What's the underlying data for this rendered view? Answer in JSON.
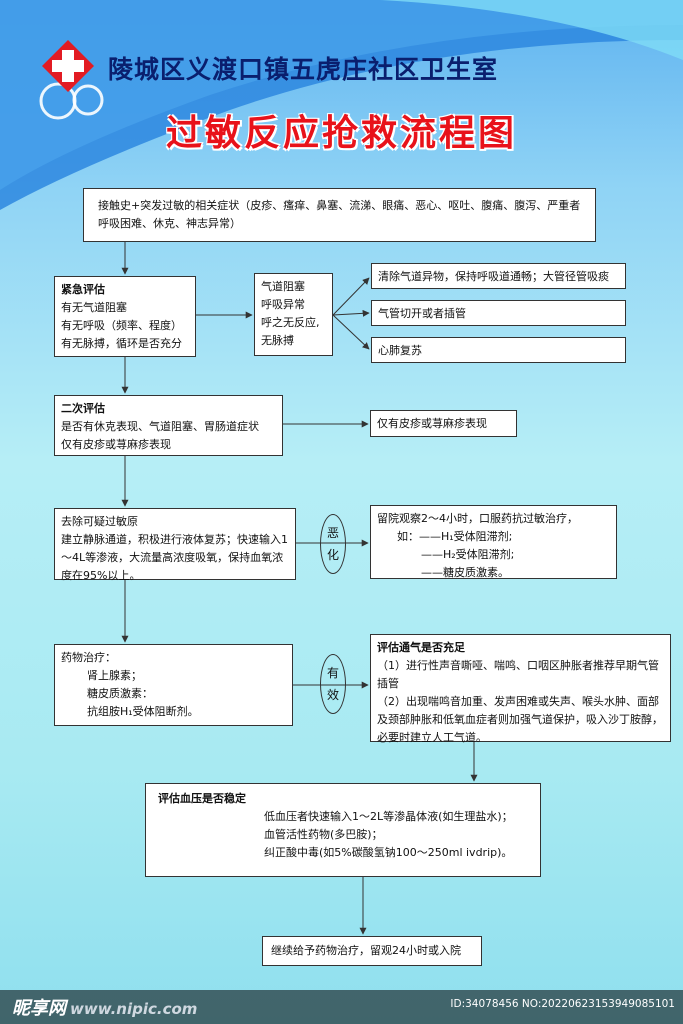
{
  "header": {
    "clinic_name": "陵城区义渡口镇五虎庄社区卫生室",
    "chart_title": "过敏反应抢救流程图"
  },
  "colors": {
    "title_red": "#e8121a",
    "header_navy": "#0a1f6e",
    "cross_red": "#e21b23"
  },
  "flow": {
    "step1": {
      "text": "接触史+突发过敏的相关症状（皮疹、瘙痒、鼻塞、流涕、眼痛、恶心、呕吐、腹痛、腹泻、严重者呼吸困难、休克、神志异常）"
    },
    "emergency": {
      "title": "紧急评估",
      "lines": [
        "有无气道阻塞",
        "有无呼吸（频率、程度）",
        "有无脉搏，循环是否充分"
      ]
    },
    "airway": {
      "lines": [
        "气道阻塞",
        "呼吸异常",
        "呼之无反应,",
        "无脉搏"
      ]
    },
    "actions": [
      "清除气道异物，保持呼吸道通畅；大管径管吸痰",
      "气管切开或者插管",
      "心肺复苏"
    ],
    "secondary": {
      "title": "二次评估",
      "lines": [
        "是否有休克表现、气道阻塞、胃肠道症状",
        "仅有皮疹或荨麻疹表现"
      ]
    },
    "skin_only": {
      "text": "仅有皮疹或荨麻疹表现"
    },
    "remove": {
      "lines": [
        "去除可疑过敏原",
        "建立静脉通道，积极进行液体复苏；快速输入1～4L等渗液，大流量高浓度吸氧，保持血氧浓度在95%以上。"
      ]
    },
    "worsen": {
      "chars": [
        "恶",
        "化"
      ]
    },
    "observe": {
      "lines": [
        "留院观察2～4小时，口服药抗过敏治疗，",
        "如：——H₁受体阻滞剂;",
        "——H₂受体阻滞剂;",
        "——糖皮质激素。"
      ]
    },
    "drugs": {
      "title": "药物治疗：",
      "lines": [
        "肾上腺素；",
        "糖皮质激素：",
        "抗组胺H₁受体阻断剂。"
      ]
    },
    "effective": {
      "chars": [
        "有",
        "效"
      ]
    },
    "ventilation": {
      "title": "评估通气是否充足",
      "lines": [
        "（1）进行性声音嘶哑、喘鸣、口咽区肿胀者推荐早期气管插管",
        "（2）出现喘鸣音加重、发声困难或失声、喉头水肿、面部及颈部肿胀和低氧血症者则加强气道保护，吸入沙丁胺醇，必要时建立人工气道。"
      ]
    },
    "bp": {
      "title": "评估血压是否稳定",
      "lines": [
        "低血压者快速输入1～2L等渗晶体液(如生理盐水)；",
        "血管活性药物(多巴胺)；",
        "纠正酸中毒(如5%碳酸氢钠100～250ml    ivdrip)。"
      ]
    },
    "final": {
      "text": "继续给予药物治疗，留观24小时或入院"
    }
  },
  "footer": {
    "brand": "昵享网",
    "url": "www.nipic.com",
    "image_id": "ID:34078456 NO:20220623153949085101"
  }
}
